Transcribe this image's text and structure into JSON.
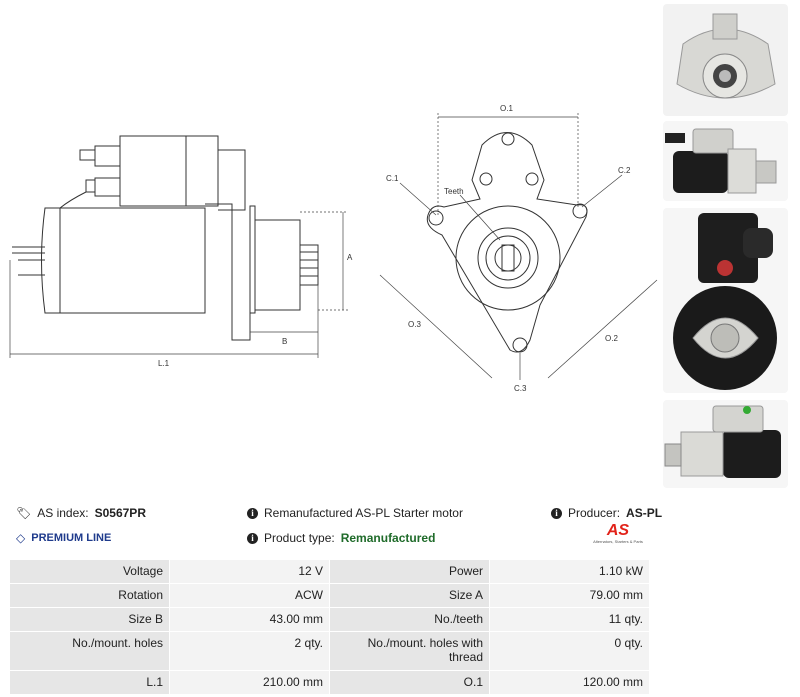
{
  "diagram_labels": {
    "L1": "L.1",
    "A": "A",
    "B": "B",
    "O1": "O.1",
    "O2": "O.2",
    "O3": "O.3",
    "C1": "C.1",
    "C2": "C.2",
    "C3": "C.3",
    "teeth": "Teeth"
  },
  "info": {
    "as_index_label": "AS index:",
    "as_index_value": "S0567PR",
    "premium_label": "PREMIUM LINE",
    "description": "Remanufactured AS-PL Starter motor",
    "product_type_label": "Product type:",
    "product_type_value": "Remanufactured",
    "producer_label": "Producer:",
    "producer_value": "AS-PL",
    "logo_text": "AS",
    "logo_tagline": "Alternators, Starters & Parts"
  },
  "colors": {
    "premium": "#1f3b8c",
    "product_type": "#1f6b2a",
    "logo_red": "#e2231a"
  },
  "specs": [
    {
      "k1": "Voltage",
      "v1": "12 V",
      "k2": "Power",
      "v2": "1.10 kW"
    },
    {
      "k1": "Rotation",
      "v1": "ACW",
      "k2": "Size A",
      "v2": "79.00 mm"
    },
    {
      "k1": "Size B",
      "v1": "43.00 mm",
      "k2": "No./teeth",
      "v2": "11 qty."
    },
    {
      "k1": "No./mount. holes",
      "v1": "2 qty.",
      "k2": "No./mount. holes with thread",
      "v2": "0 qty."
    },
    {
      "k1": "L.1",
      "v1": "210.00 mm",
      "k2": "O.1",
      "v2": "120.00 mm"
    }
  ]
}
